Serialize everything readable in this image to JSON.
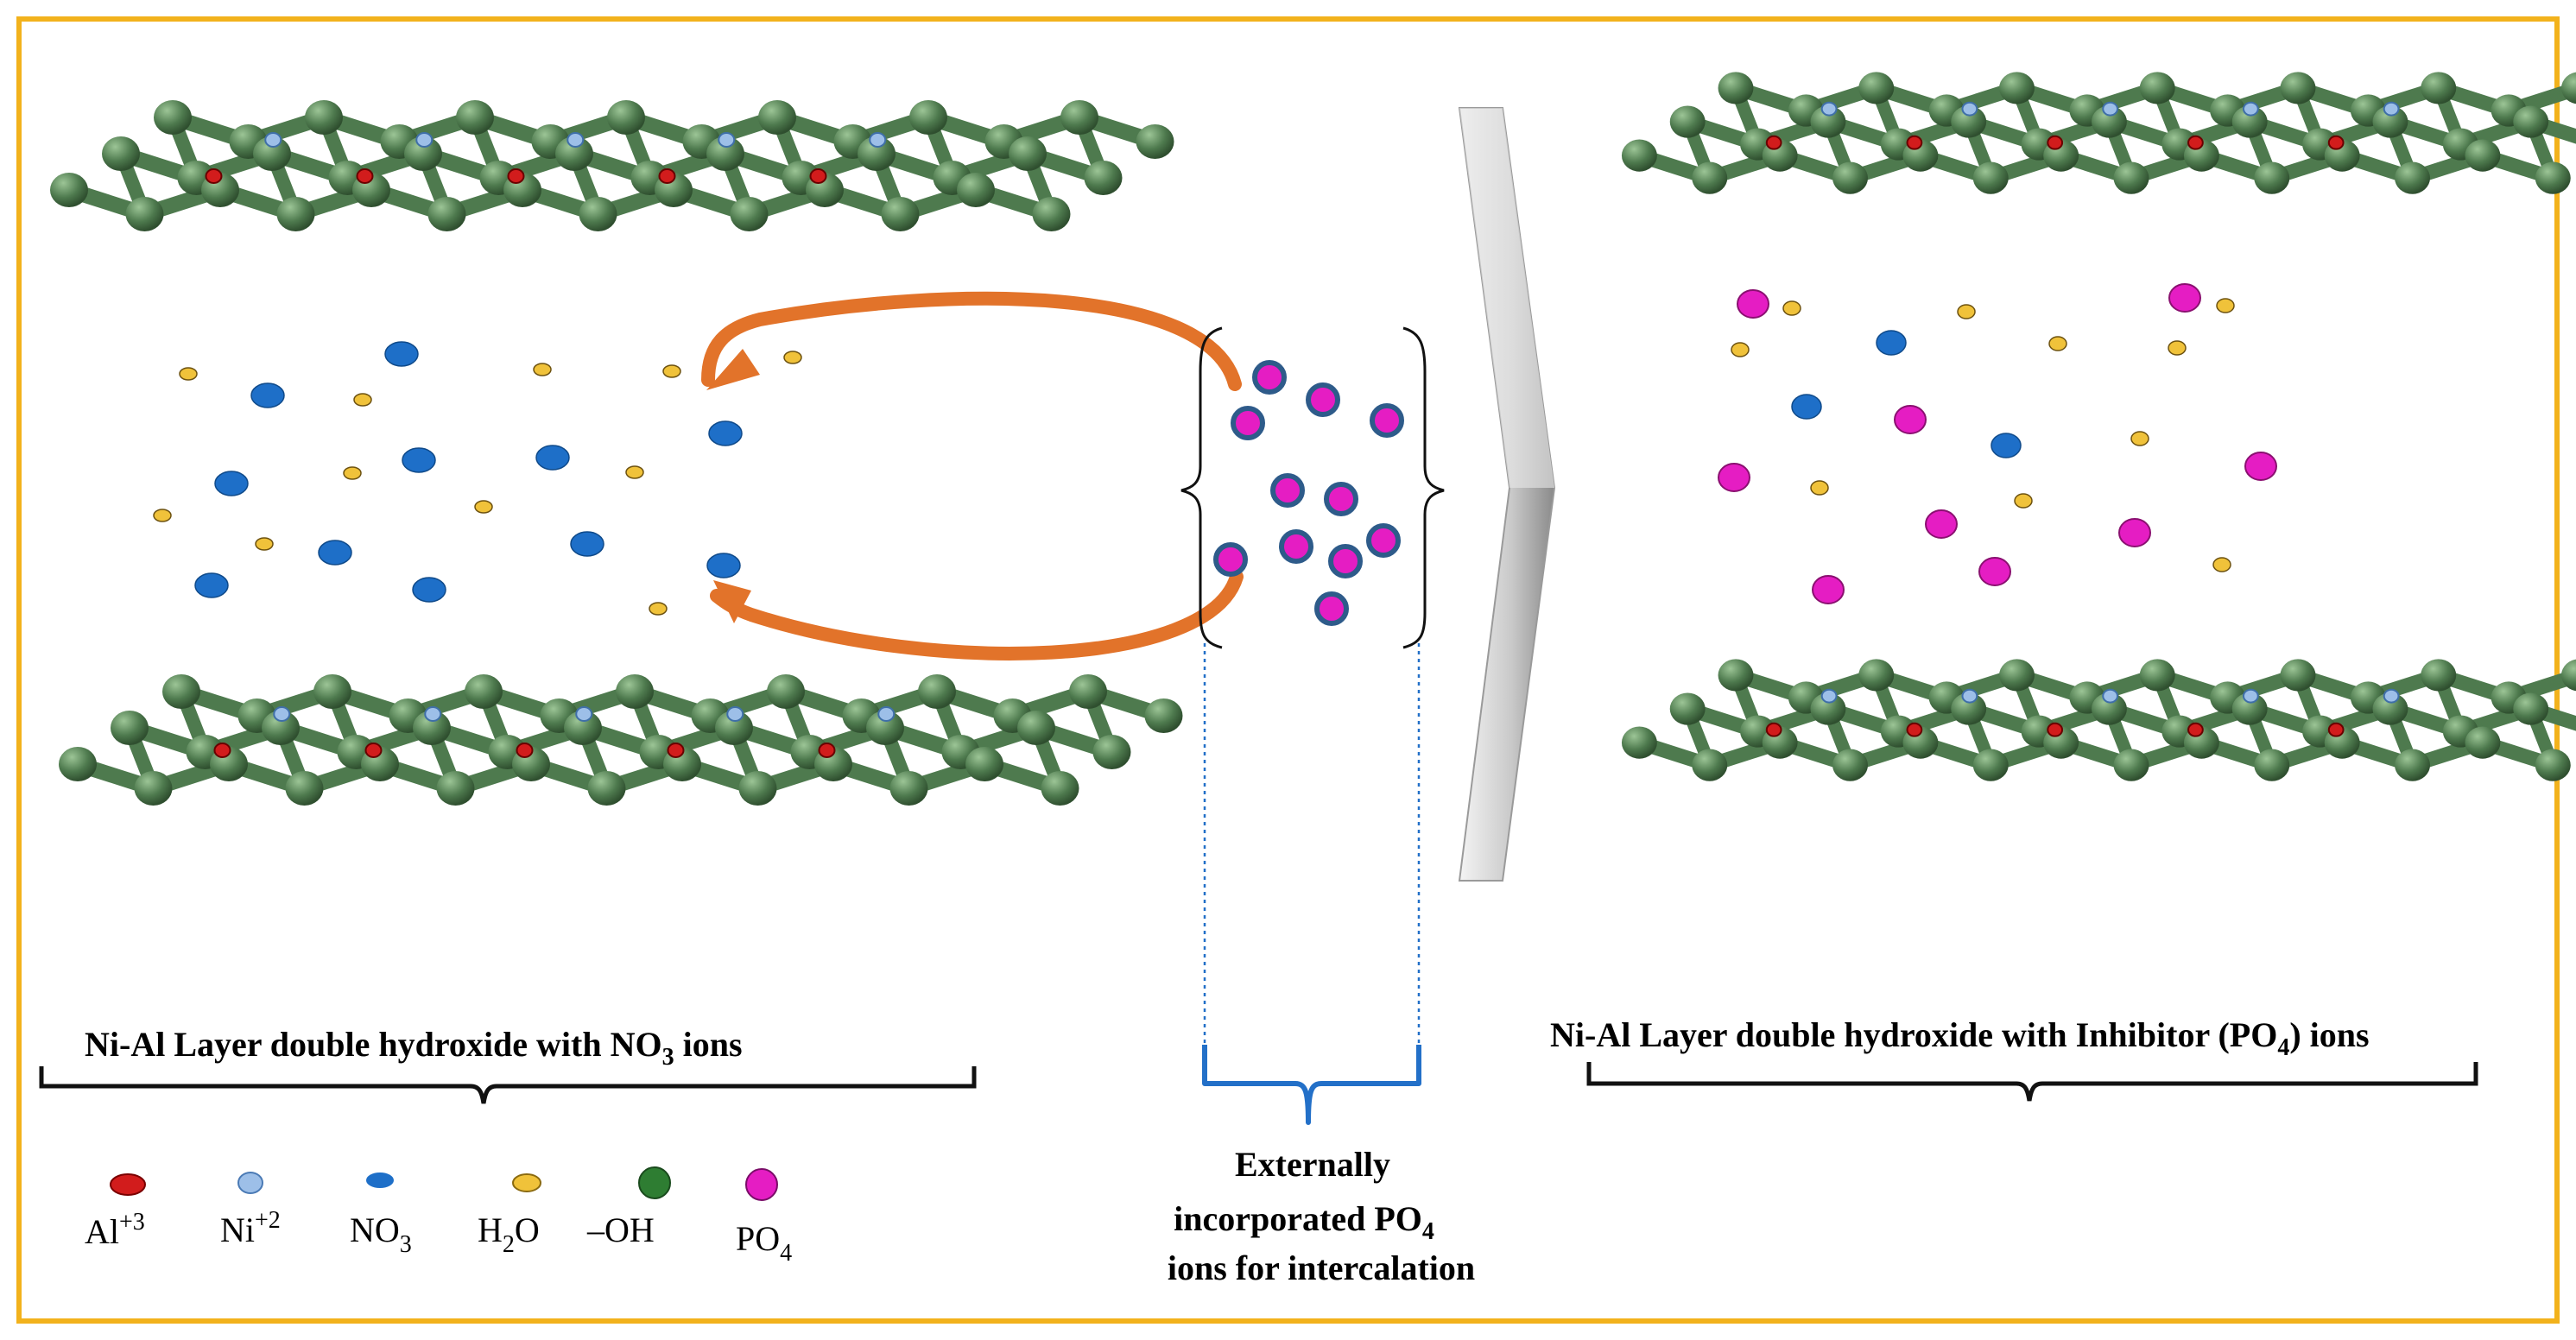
{
  "colors": {
    "frame_border": "#F2B21C",
    "lattice_green": "#4E7A4E",
    "lattice_green_light": "#7FAE7B",
    "al_ion": "#D21C1C",
    "ni_ion": "#9DBFE8",
    "no3_ion": "#1E6FC8",
    "h2o": "#F0C23A",
    "oh": "#2E7D32",
    "po4": "#E51DC3",
    "po4_ring": "#2E5B8A",
    "arrow_orange": "#E2732A",
    "brace_blue": "#2370C8"
  },
  "left_panel": {
    "caption": "Ni-Al Layer double hydroxide with NO",
    "caption_sub": "3",
    "caption_tail": " ions"
  },
  "right_panel": {
    "caption": "Ni-Al Layer double hydroxide with Inhibitor (PO",
    "caption_sub": "4",
    "caption_tail": ") ions"
  },
  "external_label": {
    "line1": "Externally",
    "line2": "incorporated PO",
    "line2_sub": "4",
    "line3": "ions for intercalation"
  },
  "legend": [
    {
      "name": "al",
      "label": "Al",
      "sup": "+3",
      "sub": "",
      "color": "#D21C1C"
    },
    {
      "name": "ni",
      "label": "Ni",
      "sup": "+2",
      "sub": "",
      "color": "#9DBFE8"
    },
    {
      "name": "no3",
      "label": "NO",
      "sup": "",
      "sub": "3",
      "color": "#1E6FC8"
    },
    {
      "name": "h2o",
      "label": "H",
      "sup": "",
      "sub": "2",
      "tail": "O",
      "color": "#F0C23A"
    },
    {
      "name": "oh",
      "label": "–OH",
      "sup": "",
      "sub": "",
      "color": "#2E7D32"
    },
    {
      "name": "po4",
      "label": "PO",
      "sup": "",
      "sub": "4",
      "color": "#E51DC3"
    }
  ]
}
